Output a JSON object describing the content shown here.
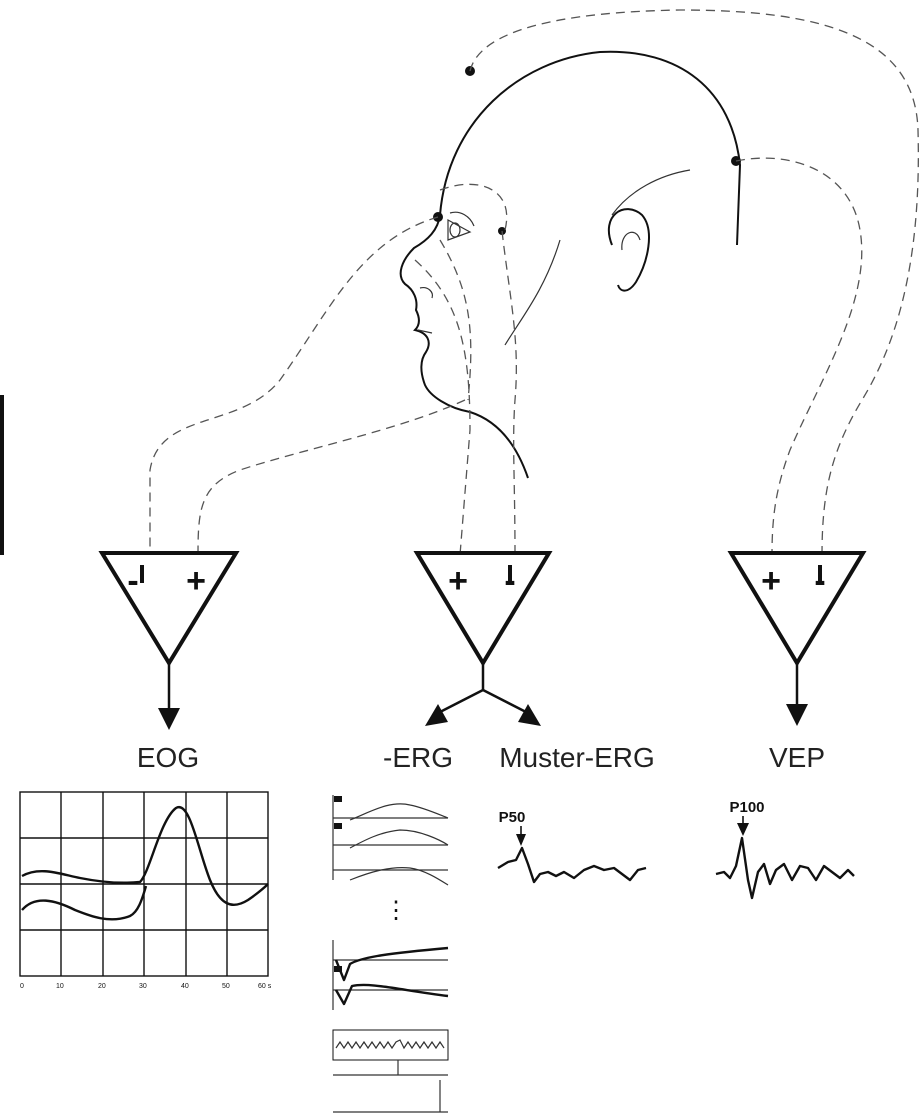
{
  "amplifiers": [
    {
      "id": "eog",
      "inputs": [
        "-",
        "+"
      ]
    },
    {
      "id": "erg",
      "inputs": [
        "+",
        "-"
      ]
    },
    {
      "id": "vep",
      "inputs": [
        "+",
        "-"
      ]
    }
  ],
  "outputs": {
    "eog": "EOG",
    "flash_erg": "-ERG",
    "pattern_erg": "Muster-ERG",
    "vep": "VEP"
  },
  "peaks": {
    "pattern_erg": "P50",
    "vep": "P100"
  },
  "ellipsis": "⋮"
}
